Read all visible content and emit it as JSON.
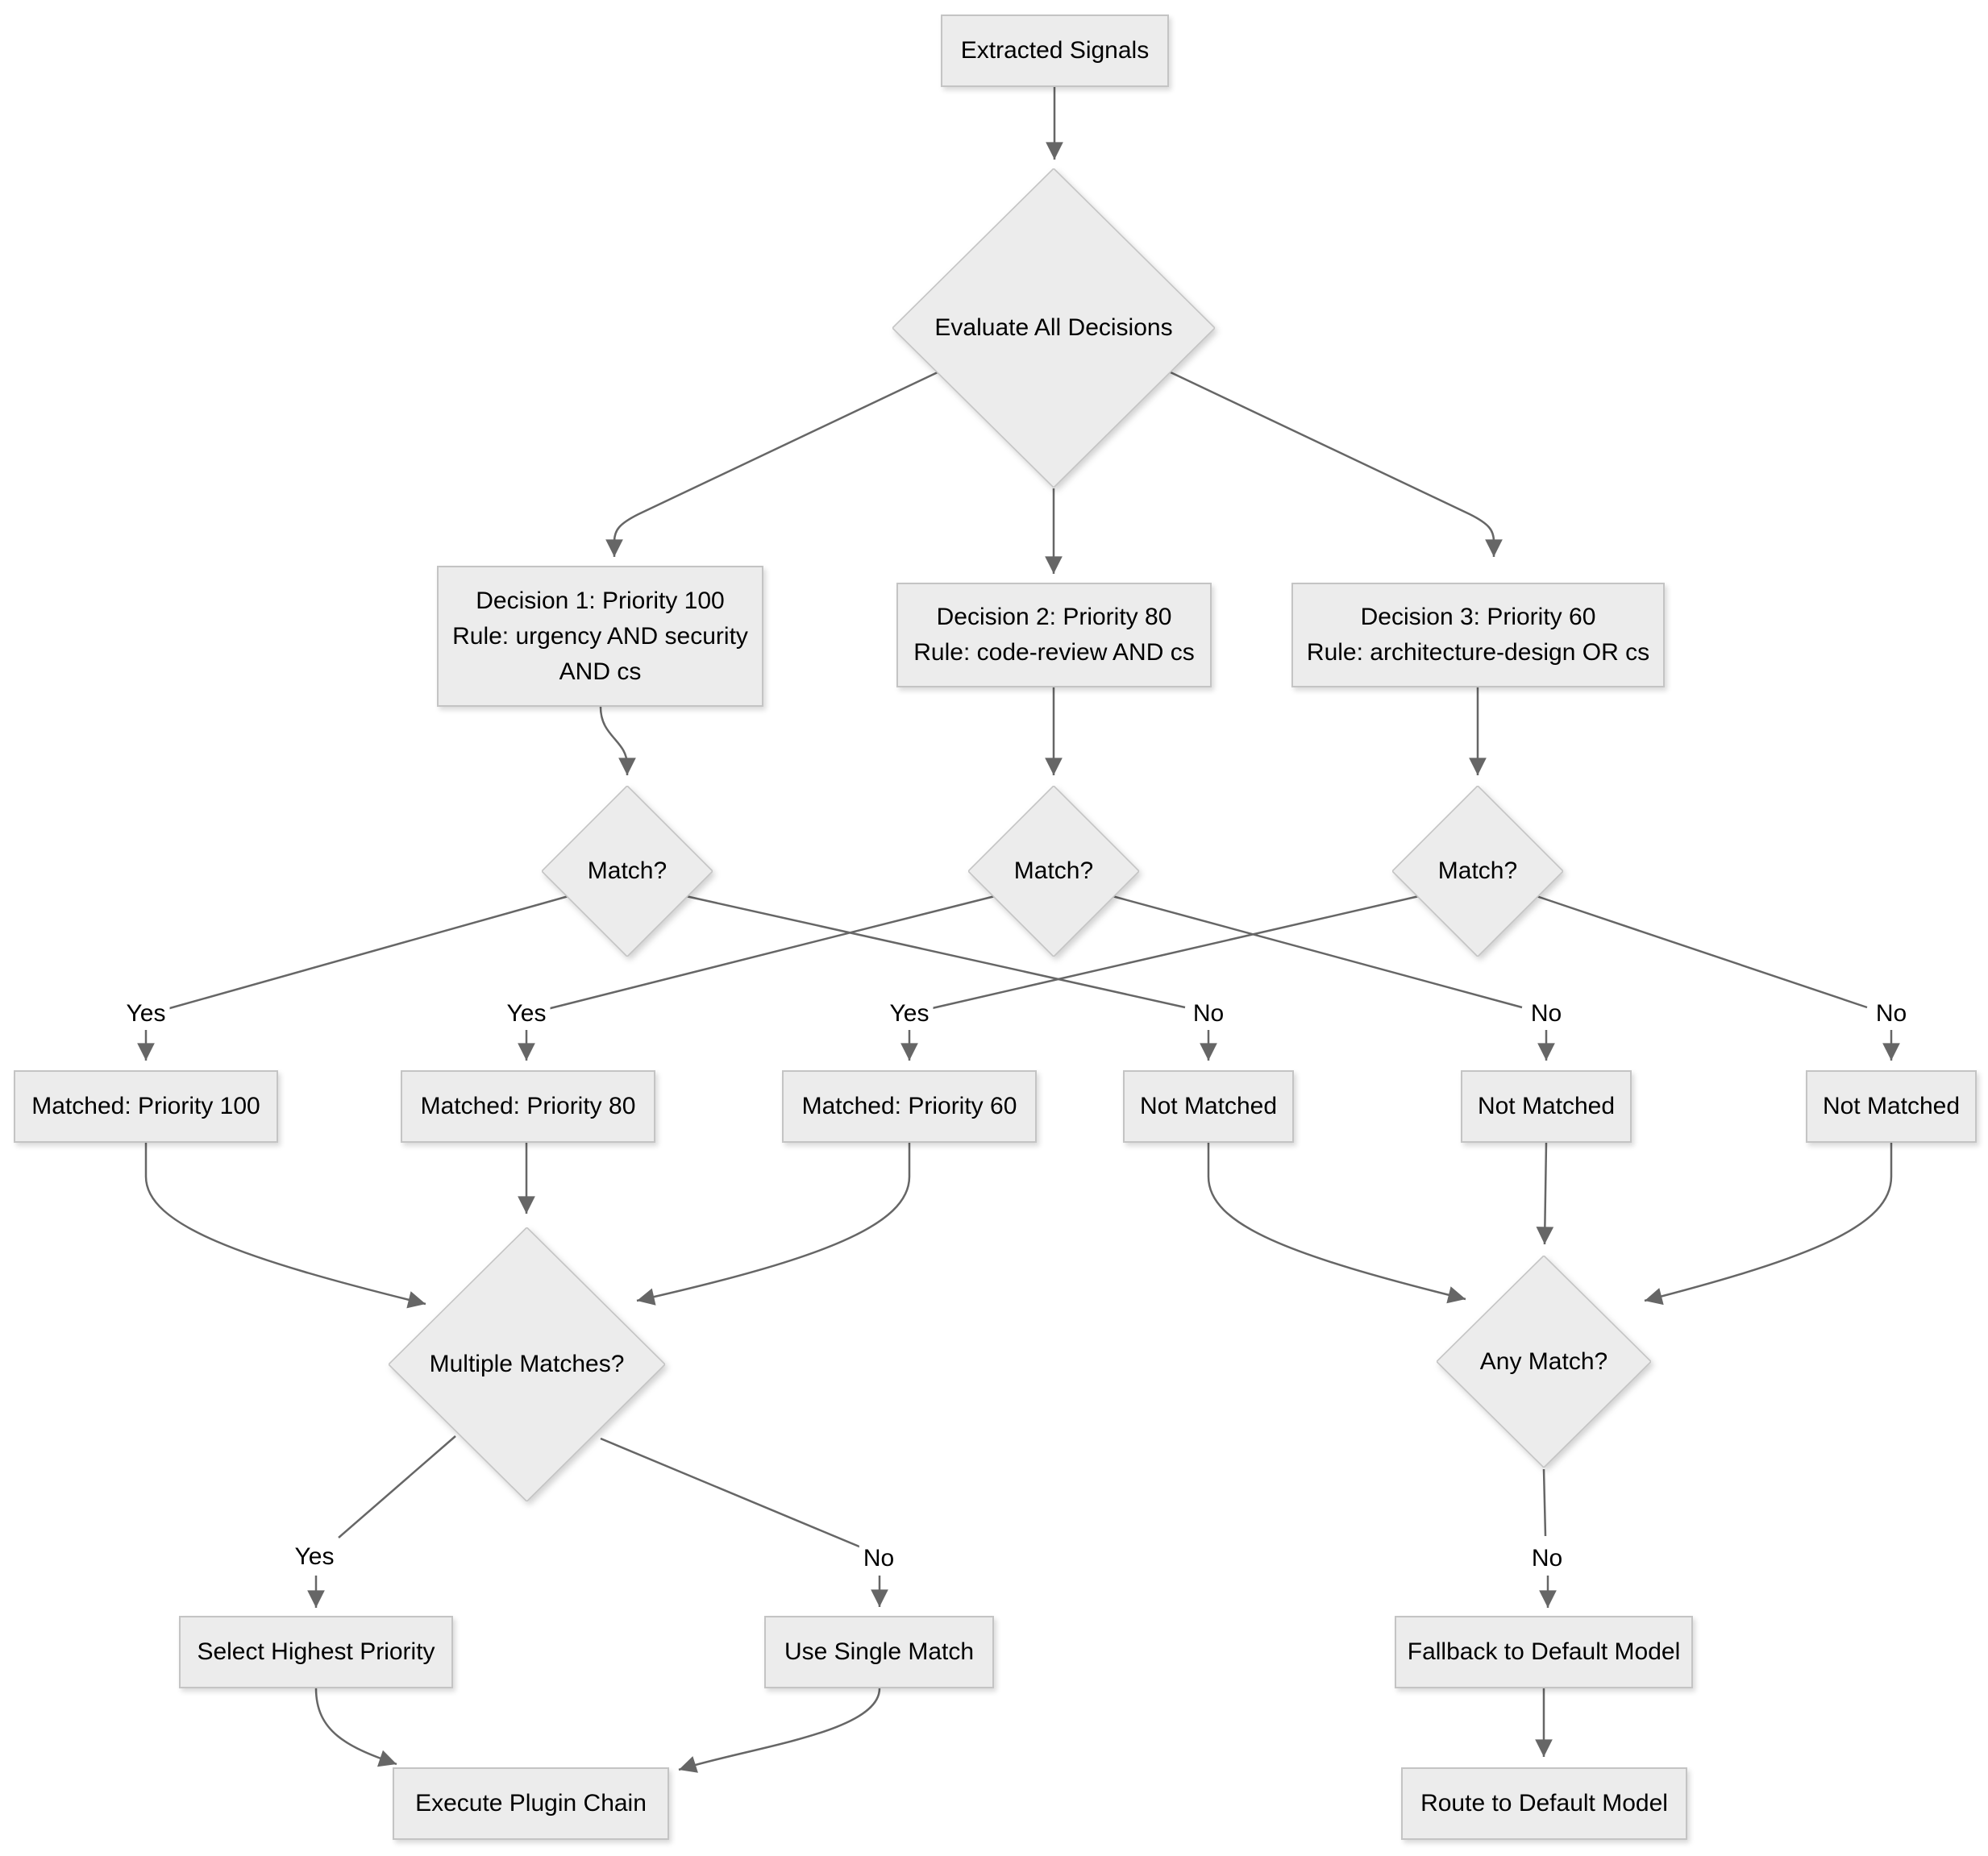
{
  "diagram": {
    "nodes": {
      "extracted_signals": {
        "label": "Extracted Signals"
      },
      "evaluate_all": {
        "label": "Evaluate All Decisions"
      },
      "decision1": {
        "lines": [
          "Decision 1: Priority 100",
          "Rule: urgency AND security",
          "AND cs"
        ]
      },
      "decision2": {
        "lines": [
          "Decision 2: Priority 80",
          "Rule: code-review AND cs"
        ]
      },
      "decision3": {
        "lines": [
          "Decision 3: Priority 60",
          "Rule: architecture-design OR cs"
        ]
      },
      "match1": {
        "label": "Match?"
      },
      "match2": {
        "label": "Match?"
      },
      "match3": {
        "label": "Match?"
      },
      "matched_100": {
        "label": "Matched: Priority 100"
      },
      "matched_80": {
        "label": "Matched: Priority 80"
      },
      "matched_60": {
        "label": "Matched: Priority 60"
      },
      "not_matched_1": {
        "label": "Not Matched"
      },
      "not_matched_2": {
        "label": "Not Matched"
      },
      "not_matched_3": {
        "label": "Not Matched"
      },
      "multiple_matches": {
        "label": "Multiple Matches?"
      },
      "any_match": {
        "label": "Any Match?"
      },
      "select_highest": {
        "label": "Select Highest Priority"
      },
      "use_single": {
        "label": "Use Single Match"
      },
      "fallback_default": {
        "label": "Fallback to Default Model"
      },
      "execute_chain": {
        "label": "Execute Plugin Chain"
      },
      "route_default": {
        "label": "Route to Default Model"
      }
    },
    "edge_labels": {
      "match1_yes": "Yes",
      "match2_yes": "Yes",
      "match3_yes": "Yes",
      "match1_no": "No",
      "match2_no": "No",
      "match3_no": "No",
      "multiple_yes": "Yes",
      "multiple_no": "No",
      "any_no": "No"
    },
    "colors": {
      "node_fill": "#ececec",
      "node_border": "#c4c4c4",
      "edge": "#666666",
      "text": "#000000",
      "background": "#ffffff"
    }
  }
}
